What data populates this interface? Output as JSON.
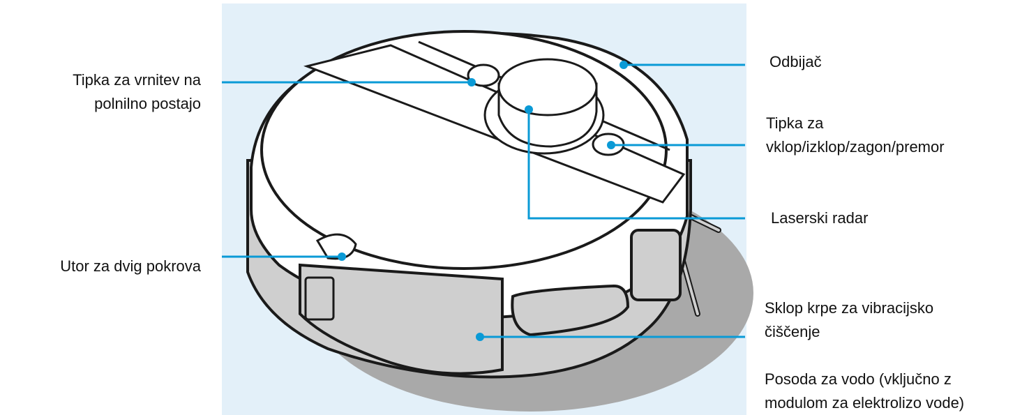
{
  "colors": {
    "panel_bg": "#e3f0f9",
    "leader_line": "#0a9ad6",
    "outline": "#1a1a1a",
    "body_fill": "#ffffff",
    "shadow": "#a9a9a9",
    "side_gray": "#cfcfcf"
  },
  "labels": {
    "dock_button": [
      "Tipka za  vrnitev  na",
      "polnilno  postajo"
    ],
    "lid_slot": [
      "Utor  za  dvig  pokrova"
    ],
    "bumper": [
      "Odbijač"
    ],
    "power_button": [
      "Tipka za",
      "vklop/izklop/zagon/premor"
    ],
    "laser_radar": [
      "Laserski radar"
    ],
    "mop_assembly": [
      "Sklop krpe za vibracijsko",
      "čiščenje"
    ],
    "water_tank": [
      "Posoda za vodo (vključno z",
      "modulom za elektrolizo vode)"
    ]
  }
}
